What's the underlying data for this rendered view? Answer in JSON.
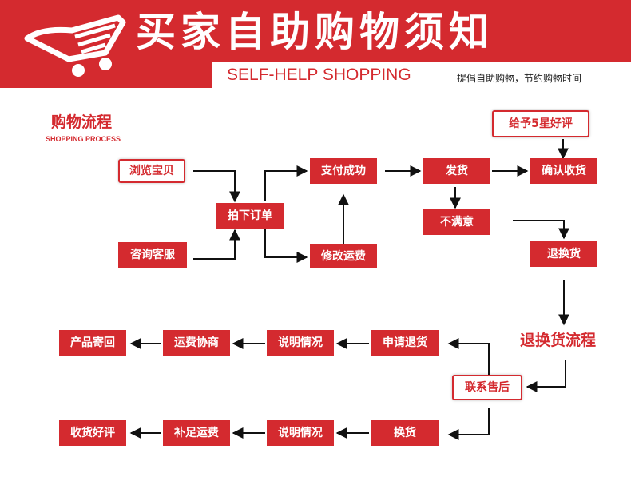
{
  "header": {
    "title": "买家自助购物须知",
    "subtitle_en": "SELF-HELP SHOPPING",
    "subtitle_cn": "提倡自助购物，节约购物时间"
  },
  "section": {
    "title": "购物流程",
    "subtitle": "SHOPPING PROCESS"
  },
  "nodes": {
    "browse": "浏览宝贝",
    "consult": "咨询客服",
    "order": "拍下订单",
    "pay": "支付成功",
    "modify_shipping": "修改运费",
    "ship": "发货",
    "unsatisfied": "不满意",
    "confirm": "确认收货",
    "rate": "给予5星好评",
    "return": "退换货",
    "return_flow_label": "退换货流程",
    "contact_aftersale": "联系售后",
    "apply_return": "申请退货",
    "explain_1": "说明情况",
    "shipping_negotiate": "运费协商",
    "product_back": "产品寄回",
    "exchange": "换货",
    "explain_2": "说明情况",
    "add_shipping": "补足运费",
    "receive_rate": "收货好评"
  },
  "colors": {
    "brand_red": "#d42a2f",
    "white": "#ffffff",
    "arrow": "#111111"
  }
}
